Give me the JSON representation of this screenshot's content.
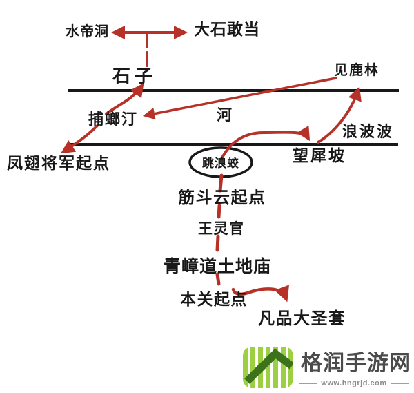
{
  "nodes": {
    "shuididong": "水帝洞",
    "dashigandang": "大石敢当",
    "shizi": "石子",
    "jianlulin": "见鹿林",
    "bulangting": "捕螂汀",
    "he": "河",
    "langbobo": "浪波波",
    "wangxipo": "望犀坡",
    "fengchi_qidian": "凤翅将军起点",
    "tiaolangjiao": "跳浪蛟",
    "jindouyun_qidian": "筋斗云起点",
    "wanglingguan": "王灵官",
    "qingzhangdao_tudimiao": "青嶂道土地庙",
    "benguan_qidian": "本关起点",
    "fanpin_dashengtao": "凡品大圣套"
  },
  "edges": [
    {
      "from": "石子",
      "to": "水帝洞",
      "style": "arrow"
    },
    {
      "from": "石子",
      "to": "大石敢当",
      "style": "arrow"
    },
    {
      "from": "捕螂汀",
      "to": "石子",
      "style": "arrow"
    },
    {
      "from": "见鹿林",
      "to": "捕螂汀",
      "style": "arrow"
    },
    {
      "from": "捕螂汀",
      "to": "凤翅将军起点",
      "style": "arrow"
    },
    {
      "from": "跳浪蛟",
      "to": "望犀坡",
      "style": "arrow"
    },
    {
      "from": "望犀坡",
      "to": "见鹿林",
      "style": "arrow"
    },
    {
      "from": "跳浪蛟",
      "to": "筋斗云起点",
      "style": "dashed-line"
    },
    {
      "from": "筋斗云起点",
      "to": "王灵官",
      "style": "dashed-line"
    },
    {
      "from": "王灵官",
      "to": "青嶂道土地庙",
      "style": "dashed-line"
    },
    {
      "from": "青嶂道土地庙",
      "to": "本关起点",
      "style": "dashed-line"
    },
    {
      "from": "本关起点",
      "to": "凡品大圣套",
      "style": "arrow"
    }
  ],
  "river": {
    "label": "河",
    "banks": "two horizontal black lines"
  },
  "highlighted_node": "跳浪蛟",
  "watermark": {
    "site_name": "格润手游网",
    "site_url": "www.hngrjd.com"
  },
  "colors": {
    "arrow": "#b63229",
    "ink": "#181818",
    "logo_dark_green": "#3c721c",
    "logo_light_green": "#9ccf41",
    "watermark_text": "#4b4b4b",
    "watermark_sub": "#8c8c8c"
  }
}
